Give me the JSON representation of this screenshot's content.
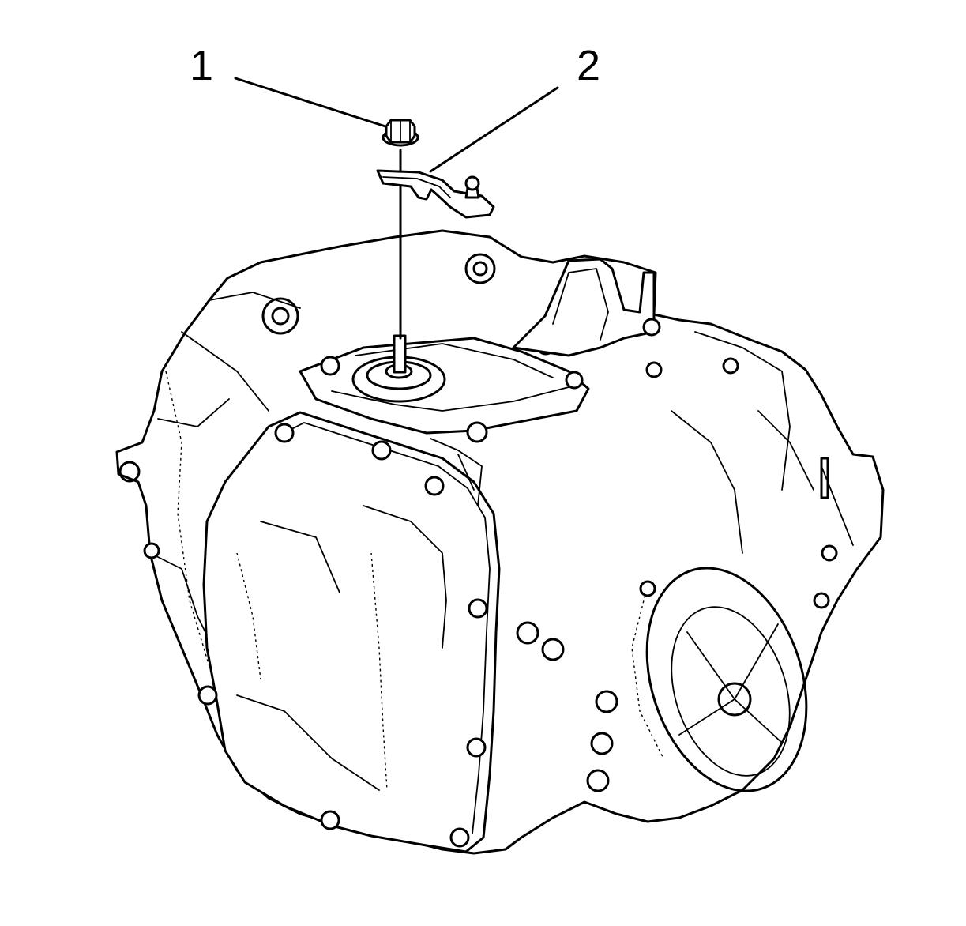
{
  "callouts": [
    {
      "id": "1",
      "label": "1",
      "part": "nut"
    },
    {
      "id": "2",
      "label": "2",
      "part": "manual-shift-lever"
    }
  ],
  "colors": {
    "line": "#000000",
    "background": "#ffffff"
  }
}
